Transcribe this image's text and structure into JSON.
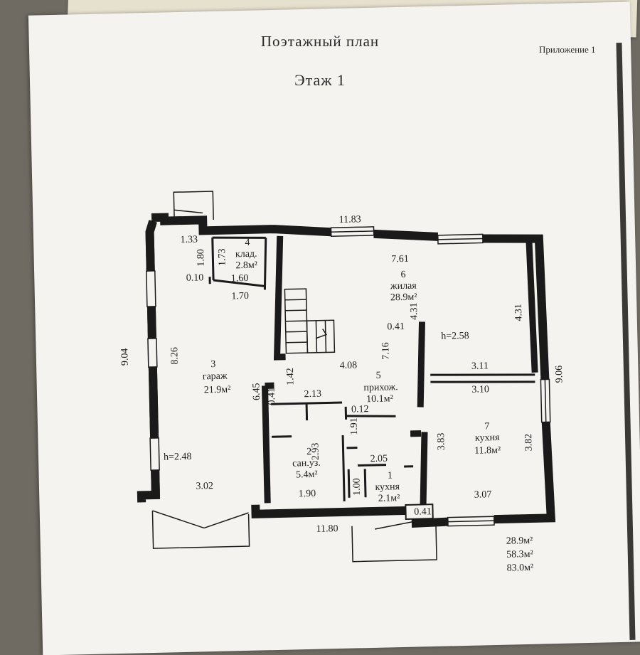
{
  "document": {
    "title": "Поэтажный план",
    "subtitle": "Этаж 1",
    "appendix": "Приложение 1"
  },
  "rooms": [
    {
      "id": "1",
      "name": "кухня",
      "area": "2.1м²"
    },
    {
      "id": "2",
      "name": "сан.уз.",
      "area": "5.4м²"
    },
    {
      "id": "3",
      "name": "гараж",
      "area": "21.9м²"
    },
    {
      "id": "4",
      "name": "клад.",
      "area": "2.8м²"
    },
    {
      "id": "5",
      "name": "прихож.",
      "area": "10.1м²"
    },
    {
      "id": "6",
      "name": "жилая",
      "area": "28.9м²"
    },
    {
      "id": "7",
      "name": "кухня",
      "area": "11.8м²"
    }
  ],
  "dimensions": {
    "top_total": "11.83",
    "bottom_total": "11.80",
    "left_total": "9.04",
    "right_total": "9.06",
    "garage_length": "8.26",
    "garage_width": "3.02",
    "garage_height": "h=2.48",
    "garage_inner": "6.45",
    "pantry_top": "1.33",
    "pantry_side_a": "1.80",
    "pantry_side_b": "1.73",
    "pantry_wall": "0.10",
    "pantry_width": "1.60",
    "pantry_outer": "1.70",
    "living_width": "7.61",
    "living_depth_left": "4.31",
    "living_depth_right": "4.31",
    "living_height": "h=2.58",
    "wall_041_a": "0.41",
    "wall_041_b": "0.41",
    "wall_041_c": "0.41",
    "hall_width": "4.08",
    "hall_length": "7.16",
    "hall_passage": "1.42",
    "bath_top": "2.13",
    "bath_wall": "0.12",
    "bath_depth": "2.93",
    "bath_passage": "1.91",
    "bath_bottom": "1.90",
    "kitchenette_width": "2.05",
    "kitchenette_depth": "1.00",
    "kitchen_upper_a": "3.11",
    "kitchen_upper_b": "3.10",
    "kitchen_depth_left": "3.83",
    "kitchen_depth_right": "3.82",
    "kitchen_bottom": "3.07"
  },
  "totals": [
    "28.9м²",
    "58.3м²",
    "83.0м²"
  ]
}
